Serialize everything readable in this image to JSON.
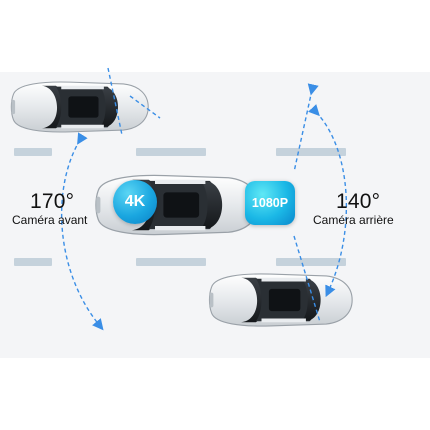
{
  "front_camera": {
    "angle": "170°",
    "label": "Caméra avant"
  },
  "rear_camera": {
    "angle": "140°",
    "label": "Caméra arrière"
  },
  "badges": {
    "front_resolution": "4K",
    "rear_resolution": "1080P"
  },
  "colors": {
    "accent": "#1aa6e0",
    "dash": "#3a8ee6",
    "road": "#f4f5f7",
    "lane": "#c5d2dc"
  },
  "icons": [
    "car-top-view",
    "arrow-icon"
  ]
}
